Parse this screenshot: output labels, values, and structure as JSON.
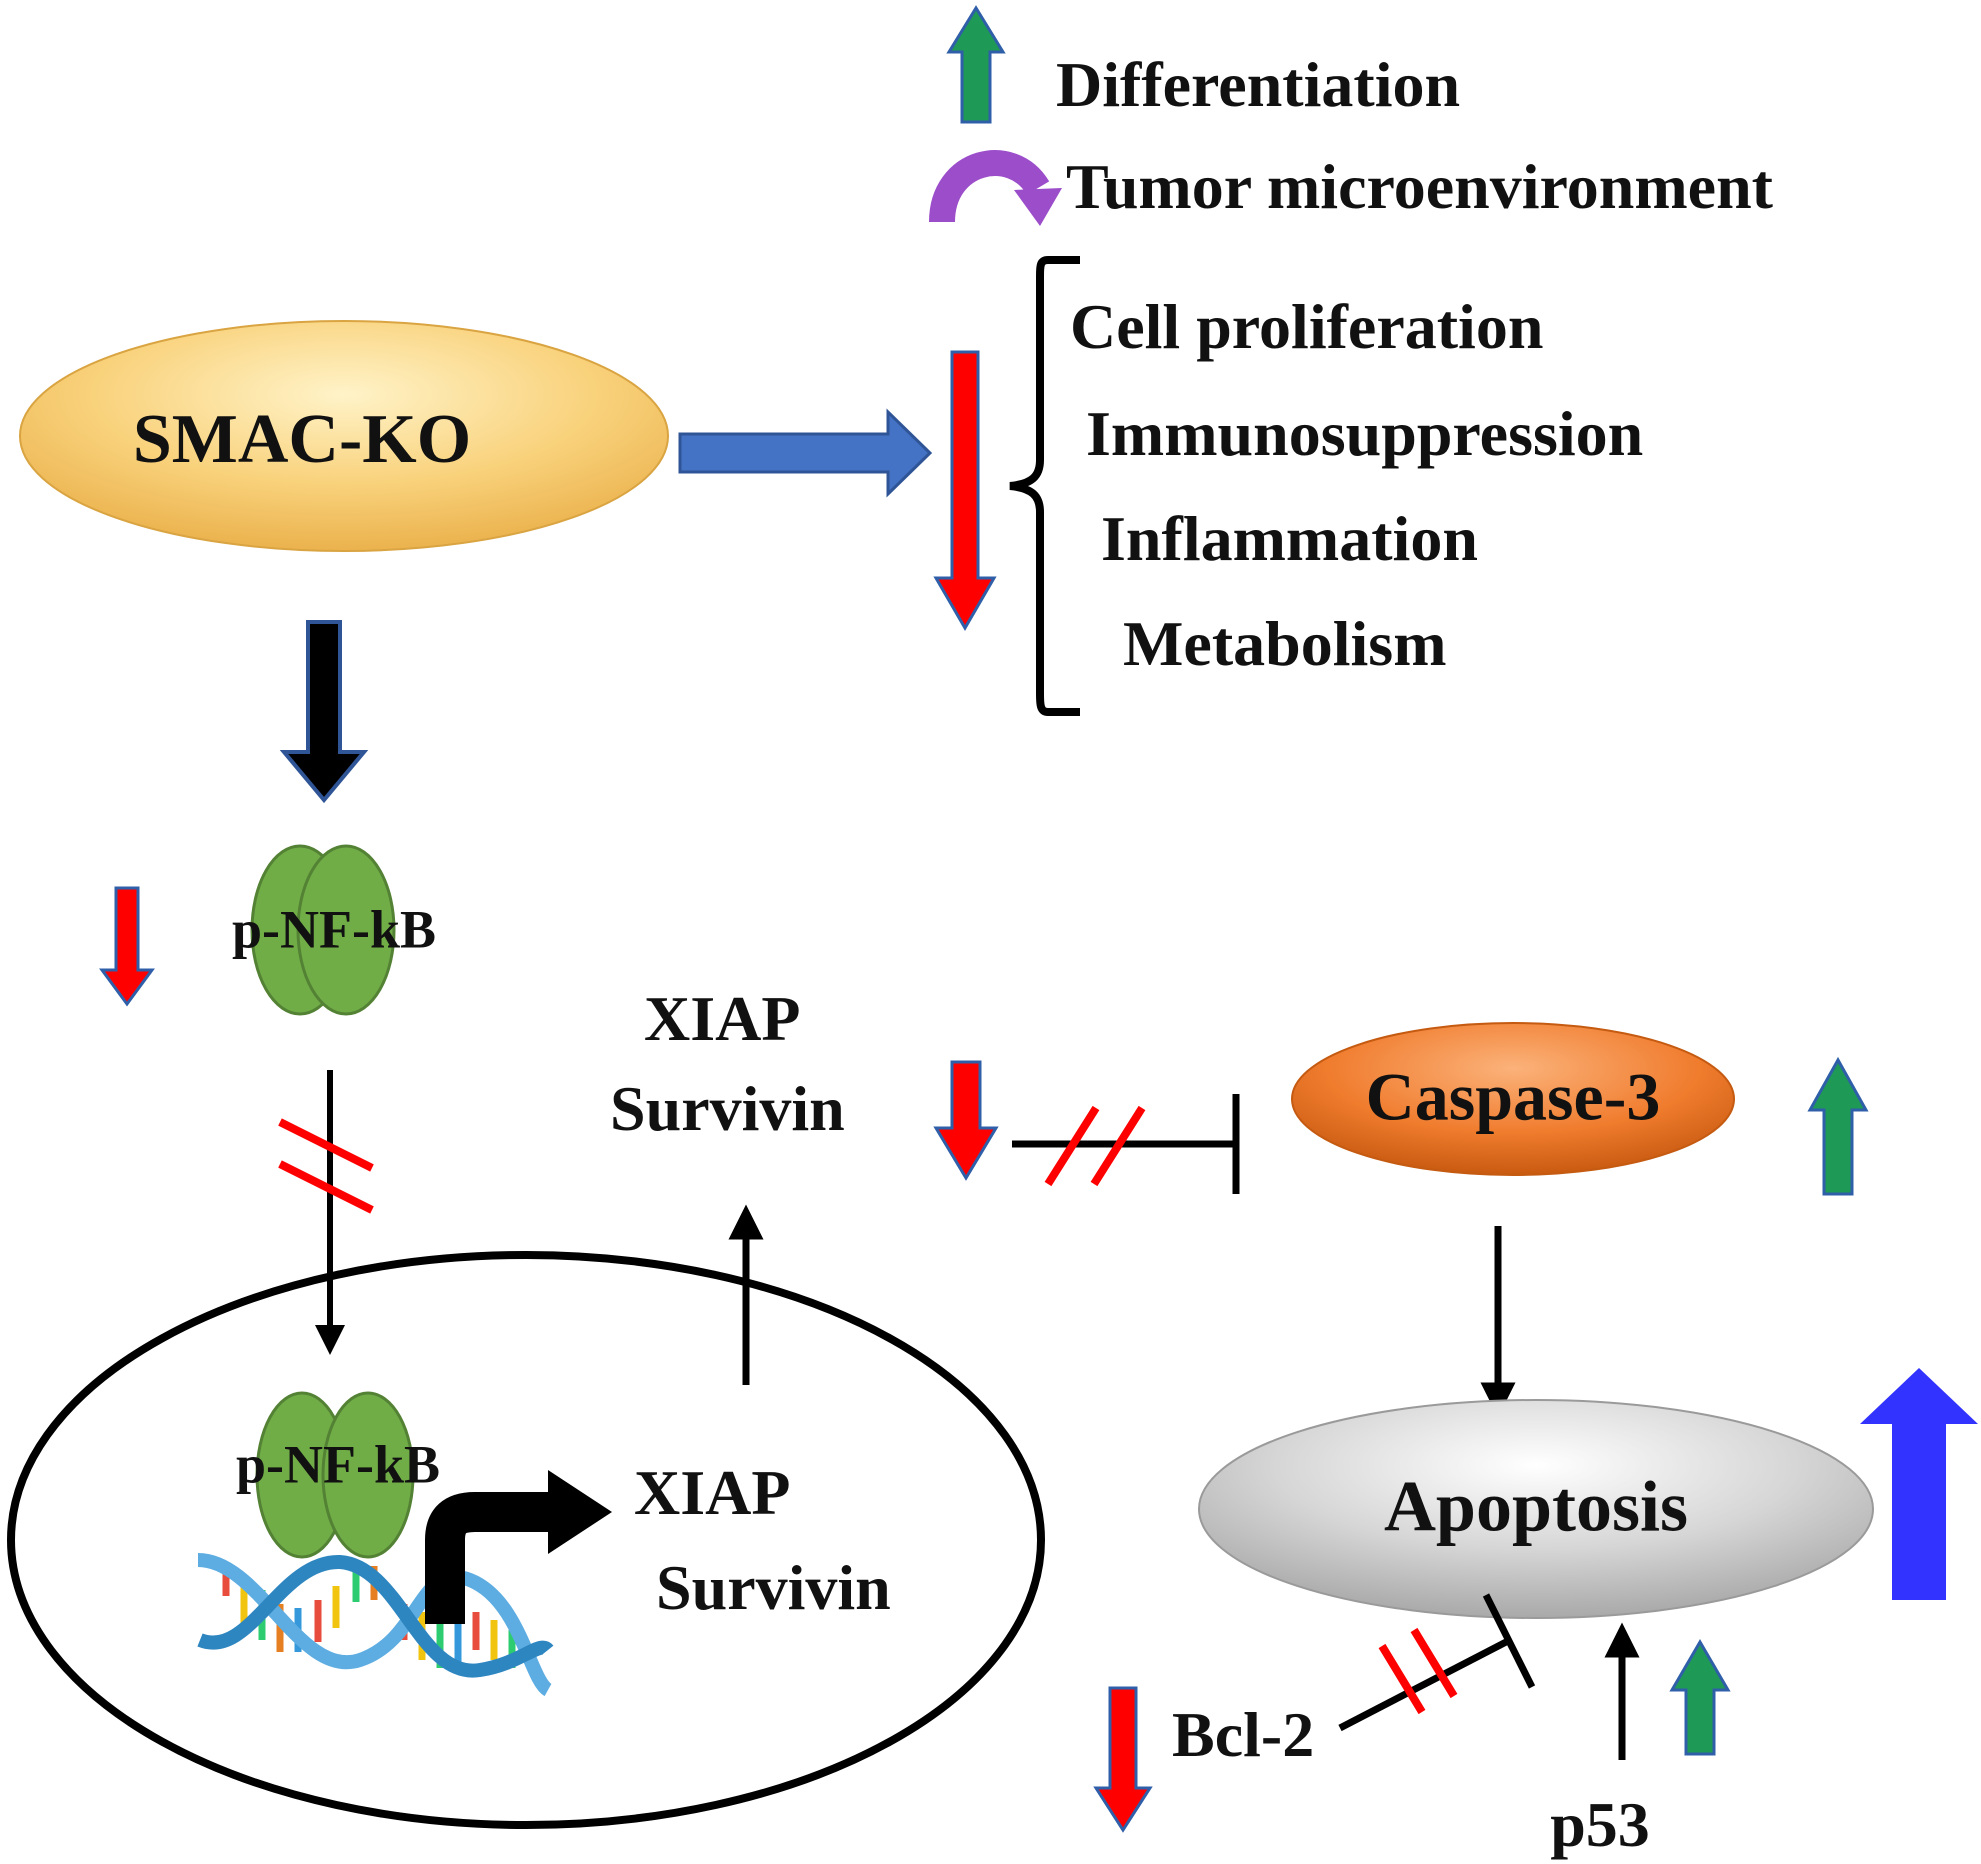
{
  "nodes": {
    "smac_ko": "SMAC-KO",
    "p_nfkb_cyto": "p-NF-kB",
    "p_nfkb_nucleus": "p-NF-kB",
    "xiap_cyto": "XIAP",
    "survivin_cyto": "Survivin",
    "xiap_nucleus": "XIAP",
    "survivin_nucleus": "Survivin",
    "caspase3": "Caspase-3",
    "apoptosis": "Apoptosis",
    "bcl2": "Bcl-2",
    "p53": "p53"
  },
  "effects": {
    "increased": [
      "Differentiation"
    ],
    "modulated": [
      "Tumor microenvironment"
    ],
    "decreased": [
      "Cell proliferation",
      "Immunosuppression",
      "Inflammation",
      "Metabolism"
    ]
  },
  "colors": {
    "up_arrow": "#1e9a56",
    "down_arrow": "#ff0000",
    "flow_arrow": "#4472c4",
    "apoptosis_up": "#3333ff",
    "cycle_arrow": "#9b4dca",
    "nfkb": "#70ad47",
    "smac_fill": "#f8cf7a",
    "caspase_fill": "#f07c2e",
    "apoptosis_fill": "#c8c8c8",
    "block_mark": "#ff0000"
  },
  "icons": {
    "dna": "dna-helix-icon",
    "transcription": "transcription-arrow-icon"
  }
}
